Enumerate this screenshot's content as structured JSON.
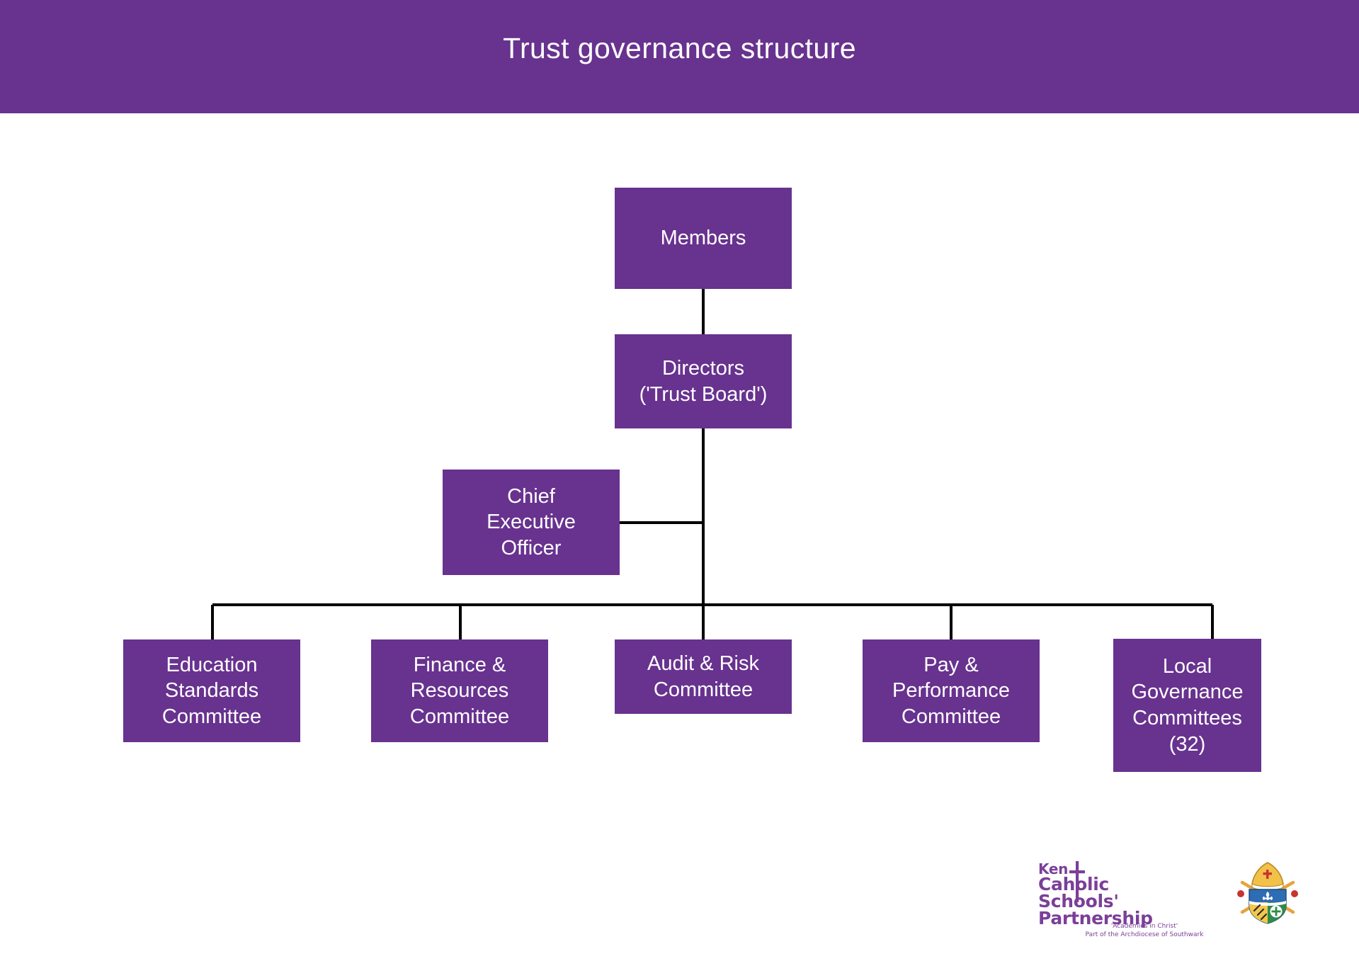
{
  "header": {
    "title": "Trust governance structure",
    "background_color": "#68328F",
    "text_color": "#FFFFFF"
  },
  "theme": {
    "node_fill": "#68328F",
    "node_text": "#FFFFFF",
    "connector_color": "#000000",
    "page_background": "#FFFFFF",
    "logo_purple": "#7B3F98"
  },
  "chart_data": {
    "type": "diagram",
    "subtype": "organisation-chart",
    "title": "Trust governance structure",
    "orientation": "top-down",
    "nodes": [
      {
        "id": "members",
        "label": "Members",
        "level": 0
      },
      {
        "id": "directors",
        "label": "Directors\n('Trust Board')",
        "level": 1
      },
      {
        "id": "ceo",
        "label": "Chief\nExecutive\nOfficer",
        "level": 2
      },
      {
        "id": "education",
        "label": "Education\nStandards\nCommittee",
        "level": 3
      },
      {
        "id": "finance",
        "label": "Finance &\nResources\nCommittee",
        "level": 3
      },
      {
        "id": "audit",
        "label": "Audit & Risk\nCommittee",
        "level": 3
      },
      {
        "id": "pay",
        "label": "Pay &\nPerformance\nCommittee",
        "level": 3
      },
      {
        "id": "lgc",
        "label": "Local\nGovernance\nCommittees\n(32)",
        "level": 3
      }
    ],
    "edges": [
      {
        "from": "members",
        "to": "directors"
      },
      {
        "from": "directors",
        "to": "ceo"
      },
      {
        "from": "directors",
        "to": "education"
      },
      {
        "from": "directors",
        "to": "finance"
      },
      {
        "from": "directors",
        "to": "audit"
      },
      {
        "from": "directors",
        "to": "pay"
      },
      {
        "from": "directors",
        "to": "lgc"
      }
    ]
  },
  "logo": {
    "line1": "Ken",
    "line2": "Ca",
    "line2b": "holic",
    "line3": "Schools'",
    "line4": "Partnership",
    "tagline1": "'Academies in Christ'",
    "tagline2": "Part of the Archdiocese of Southwark"
  }
}
